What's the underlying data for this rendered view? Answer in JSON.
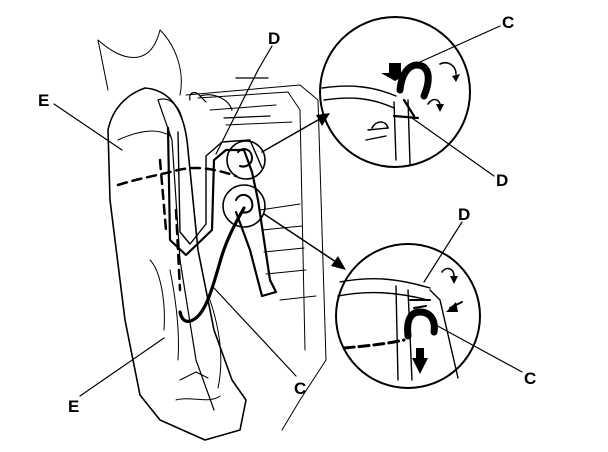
{
  "diagram": {
    "colors": {
      "ink": "#000000",
      "paper": "#ffffff"
    },
    "callouts": {
      "c_top_right": "C",
      "c_bottom_center": "C",
      "c_bottom_right": "C",
      "d_top": "D",
      "d_right": "D",
      "d_lower_right": "D",
      "e_upper_left": "E",
      "e_lower_left": "E"
    }
  }
}
